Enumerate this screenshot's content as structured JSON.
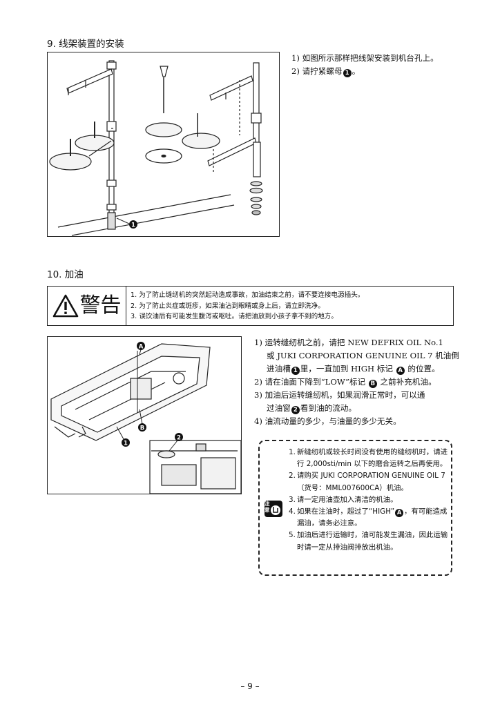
{
  "section9": {
    "heading": "9. 线架装置的安装",
    "steps": [
      "1) 如图所示那样把线架安装到机台孔上。",
      "2) 请拧紧螺母",
      "。"
    ],
    "callout": "1"
  },
  "section10": {
    "heading": "10. 加油",
    "warning_label": "警告",
    "warnings": [
      "1. 为了防止缝纫机的突然起动造成事故，加油结束之前，请不要连接电源插头。",
      "2. 为了防止炎症或斑疹，如果油沾到眼睛或身上后，请立即洗净。",
      "3. 误饮油后有可能发生腹泻或呕吐。请把油放到小孩子拿不到的地方。"
    ],
    "steps": {
      "s1_l1": "1) 运转缝纫机之前，请把 NEW DEFRIX OIL No.1",
      "s1_l2": "或 JUKI CORPORATION GENUINE OIL 7 机油倒",
      "s1_l3a": "进油槽",
      "s1_l3b": "里，一直加到 HIGH 标记",
      "s1_l3c": "的位置。",
      "s2a": "2) 请在油面下降到“LOW”标记",
      "s2b": "之前补充机油。",
      "s3_l1": "3) 加油后运转缝纫机，如果润滑正常时，可以通",
      "s3_l2a": "过油窗",
      "s3_l2b": "看到油的流动。",
      "s4": "4) 油流动量的多少，与油量的多少无关。"
    },
    "marks": {
      "A": "A",
      "B": "B",
      "one": "1",
      "two": "2"
    },
    "caution_icon_text": "注 意",
    "caution": [
      {
        "num": "1.",
        "text": "新缝纫机或较长时间没有使用的缝纫机时，请进行 2,000sti/min 以下的磨合运转之后再使用。"
      },
      {
        "num": "2.",
        "text": "请购买 JUKI CORPORATION GENUINE OIL 7（货号：MML007600CA）机油。"
      },
      {
        "num": "3.",
        "text": "请一定用油壶加入清洁的机油。"
      },
      {
        "num": "4.",
        "text_a": "如果在注油时，超过了“HIGH”",
        "text_b": "，有可能造成漏油，请务必注意。"
      },
      {
        "num": "5.",
        "text": "加油后进行运输时，油可能发生漏油，因此运输时请一定从排油阀排放出机油。"
      }
    ]
  },
  "page_number": "– 9 –"
}
